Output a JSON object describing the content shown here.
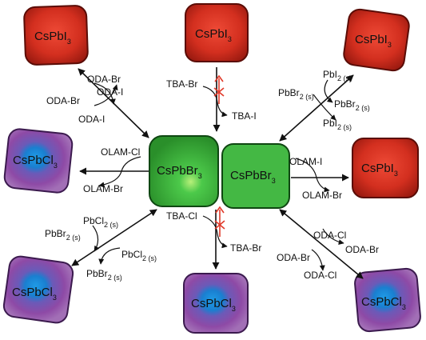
{
  "colors": {
    "red": "#d32f1f",
    "red_dark": "#8e130b",
    "green": "#3cb43a",
    "green_dark": "#1d6f1f",
    "purple": "#8e4aa6",
    "blue": "#1a8fdc",
    "block_x": "#e03a2a",
    "line": "#111111"
  },
  "cubes": {
    "center_left": {
      "base": "CsPbBr",
      "sub": "3"
    },
    "center_right": {
      "base": "CsPbBr",
      "sub": "3"
    },
    "top_left": {
      "base": "CsPbI",
      "sub": "3"
    },
    "top_center": {
      "base": "CsPbI",
      "sub": "3"
    },
    "top_right": {
      "base": "CsPbI",
      "sub": "3"
    },
    "mid_left": {
      "base": "CsPbCl",
      "sub": "3"
    },
    "mid_right": {
      "base": "CsPbI",
      "sub": "3"
    },
    "bottom_left": {
      "base": "CsPbCl",
      "sub": "3"
    },
    "bottom_center": {
      "base": "CsPbCl",
      "sub": "3"
    },
    "bottom_right": {
      "base": "CsPbCl",
      "sub": "3"
    }
  },
  "labels": {
    "tl_in1": "ODA-Br",
    "tl_out1": "ODA-I",
    "tl_in2": "ODA-Br",
    "tl_out2": "ODA-I",
    "tc_in": "TBA-Br",
    "tc_out": "TBA-I",
    "tr_in1": {
      "base": "PbI",
      "sub": "2 (s)"
    },
    "tr_in2": {
      "base": "PbBr",
      "sub": "2 (s)"
    },
    "tr_out1": {
      "base": "PbBr",
      "sub": "2 (s)"
    },
    "tr_out2": {
      "base": "PbI",
      "sub": "2 (s)"
    },
    "ml_in": "OLAM-Cl",
    "ml_out": "OLAM-Br",
    "mr_in": "OLAM-I",
    "mr_out": "OLAM-Br",
    "bl_in1": {
      "base": "PbCl",
      "sub": "2 (s)"
    },
    "bl_in2": {
      "base": "PbBr",
      "sub": "2 (s)"
    },
    "bl_out1": {
      "base": "PbCl",
      "sub": "2 (s)"
    },
    "bl_out2": {
      "base": "PbBr",
      "sub": "2 (s)"
    },
    "bc_in": "TBA-Cl",
    "bc_out": "TBA-Br",
    "br_in1": "ODA-Cl",
    "br_out1": "ODA-Br",
    "br_in2": "ODA-Br",
    "br_out2": "ODA-Cl"
  }
}
